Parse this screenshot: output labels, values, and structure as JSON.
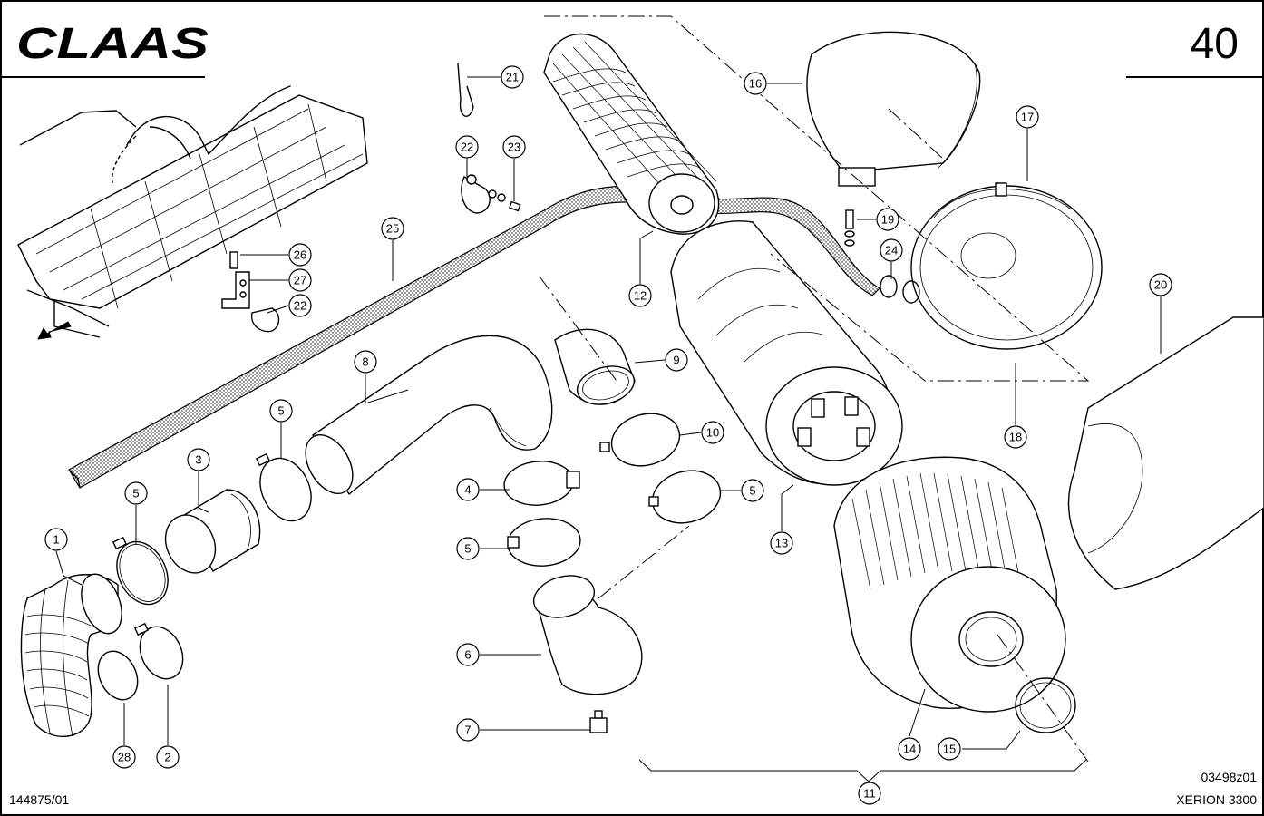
{
  "brand": {
    "logo_text": "CLAAS"
  },
  "page_number": "40",
  "footer": {
    "doc_number": "144875/01",
    "drawing_code": "03498z01",
    "model": "XERION 3300"
  },
  "callouts": [
    "1",
    "2",
    "3",
    "4",
    "5",
    "6",
    "7",
    "8",
    "9",
    "10",
    "11",
    "12",
    "13",
    "14",
    "15",
    "16",
    "17",
    "18",
    "19",
    "20",
    "21",
    "22",
    "23",
    "24",
    "25",
    "26",
    "27",
    "28"
  ]
}
